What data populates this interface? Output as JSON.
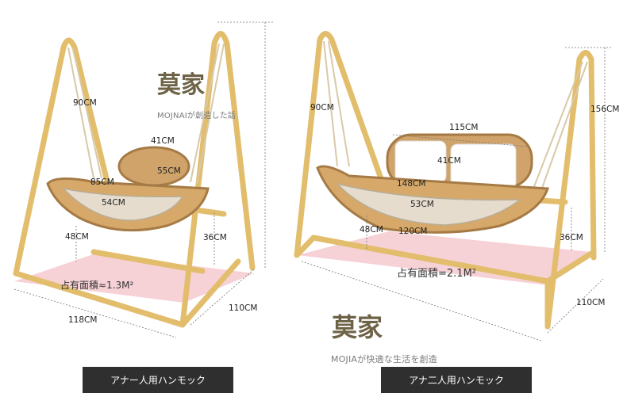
{
  "left_product": {
    "brand": "莫家",
    "tagline": "MOJNAIが創造した話",
    "area": "占有面積≈1.3M²",
    "dims": {
      "rope": "90CM",
      "seat_depth": "41CM",
      "back": "55CM",
      "width_top": "85CM",
      "seat": "54CM",
      "height_front": "48CM",
      "height_side": "36CM",
      "length": "118CM",
      "depth": "110CM"
    },
    "label": "アナー人用ハンモック"
  },
  "right_product": {
    "brand": "莫家",
    "tagline": "MOJIAが快適な生活を創造",
    "area": "占有面積=2.1M²",
    "dims": {
      "rope": "90CM",
      "top_width": "115CM",
      "total_height": "156CM",
      "seat_depth": "41CM",
      "width": "148CM",
      "seat": "53CM",
      "height_front": "48CM",
      "bottom": "120CM",
      "height_side": "36CM",
      "depth": "110CM"
    },
    "label": "アナ二人用ハンモック"
  }
}
